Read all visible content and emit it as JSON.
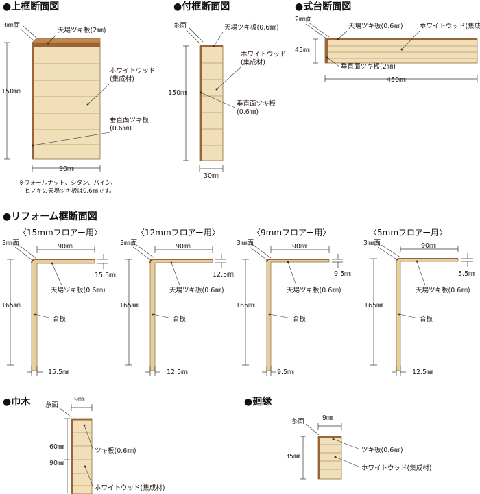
{
  "upper_frame": {
    "heading": "●上框断面図",
    "chamfer": "3㎜面",
    "top_veneer": "天場ツキ板(2㎜)",
    "core": "ホワイトウッド\n(集成材)",
    "side_veneer": "垂直面ツキ板\n(0.6㎜)",
    "height": "150㎜",
    "width": "90㎜",
    "note": "※ウォールナット、シタン、パイン、\nヒノキの天場ツキ板は0.6㎜です。"
  },
  "side_frame": {
    "heading": "●付框断面図",
    "chamfer": "糸面",
    "top_veneer": "天場ツキ板(0.6㎜)",
    "core": "ホワイトウッド\n(集成材)",
    "side_veneer": "垂直面ツキ板\n(0.6㎜)",
    "height": "150㎜",
    "width": "30㎜"
  },
  "sill": {
    "heading": "●式台断面図",
    "chamfer": "2㎜面",
    "top_veneer": "天場ツキ板(0.6㎜)",
    "core": "ホワイトウッド(集成材)",
    "height": "45㎜",
    "side_veneer": "垂直面ツキ板(2㎜)",
    "width": "450㎜"
  },
  "reform": {
    "heading": "●リフォーム框断面図",
    "variants": [
      {
        "title": "〈15mmフロアー用〉",
        "chamfer": "3㎜面",
        "width": "90㎜",
        "lip": "15.5㎜",
        "veneer": "天場ツキ板(0.6㎜)",
        "height": "165㎜",
        "ply": "合板",
        "bottom": "15.5㎜"
      },
      {
        "title": "〈12mmフロアー用〉",
        "chamfer": "3㎜面",
        "width": "90㎜",
        "lip": "12.5㎜",
        "veneer": "天場ツキ板(0.6㎜)",
        "height": "165㎜",
        "ply": "合板",
        "bottom": "12.5㎜"
      },
      {
        "title": "〈9mmフロアー用〉",
        "chamfer": "3㎜面",
        "width": "90㎜",
        "lip": "9.5㎜",
        "veneer": "天場ツキ板(0.6㎜)",
        "height": "165㎜",
        "ply": "合板",
        "bottom": "9.5㎜"
      },
      {
        "title": "〈5mmフロアー用〉",
        "chamfer": "3㎜面",
        "width": "90㎜",
        "lip": "5.5㎜",
        "veneer": "天場ツキ板(0.6㎜)",
        "height": "165㎜",
        "ply": "合板",
        "bottom": "12.5㎜"
      }
    ]
  },
  "baseboard": {
    "heading": "●巾木",
    "chamfer": "糸面",
    "width": "9㎜",
    "height_1": "60㎜",
    "height_2": "90㎜",
    "veneer": "ツキ板(0.6㎜)",
    "core": "ホワイトウッド(集成材)"
  },
  "edge": {
    "heading": "●廻縁",
    "chamfer": "糸面",
    "width": "9㎜",
    "height": "35㎜",
    "veneer": "ツキ板(0.6㎜)",
    "core": "ホワイトウッド(集成材)"
  },
  "colors": {
    "wood": "#f0dfb8",
    "veneer": "#9a6436",
    "plywood": "#e6cf9c"
  }
}
